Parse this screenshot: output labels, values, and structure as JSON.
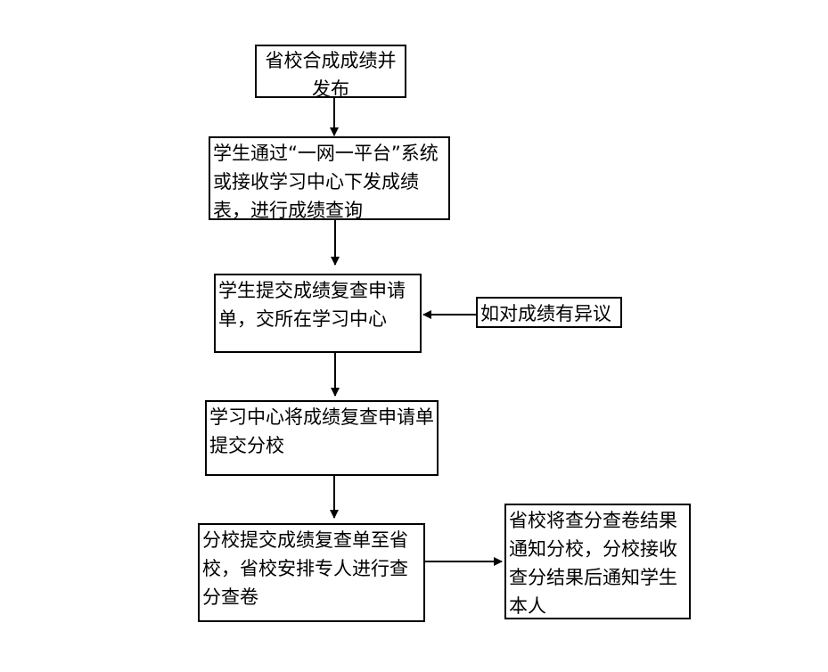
{
  "flowchart": {
    "nodes": {
      "publish": {
        "text": "省校合成成绩并发布"
      },
      "query": {
        "text": "学生通过“一网一平台”系统或接收学习中心下发成绩表，进行成绩查询"
      },
      "submit_request": {
        "text": "学生提交成绩复查申请单，交所在学习中心"
      },
      "objection": {
        "text": "如对成绩有异议"
      },
      "center_submit": {
        "text": "学习中心将成绩复查申请单提交分校"
      },
      "branch_submit": {
        "text": "分校提交成绩复查单至省校，省校安排专人进行查分查卷"
      },
      "notify": {
        "text": "省校将查分查卷结果通知分校，分校接收查分结果后通知学生本人"
      }
    },
    "edges": [
      {
        "from": "publish",
        "to": "query"
      },
      {
        "from": "query",
        "to": "submit_request"
      },
      {
        "from": "objection",
        "to": "submit_request"
      },
      {
        "from": "submit_request",
        "to": "center_submit"
      },
      {
        "from": "center_submit",
        "to": "branch_submit"
      },
      {
        "from": "branch_submit",
        "to": "notify"
      }
    ]
  }
}
